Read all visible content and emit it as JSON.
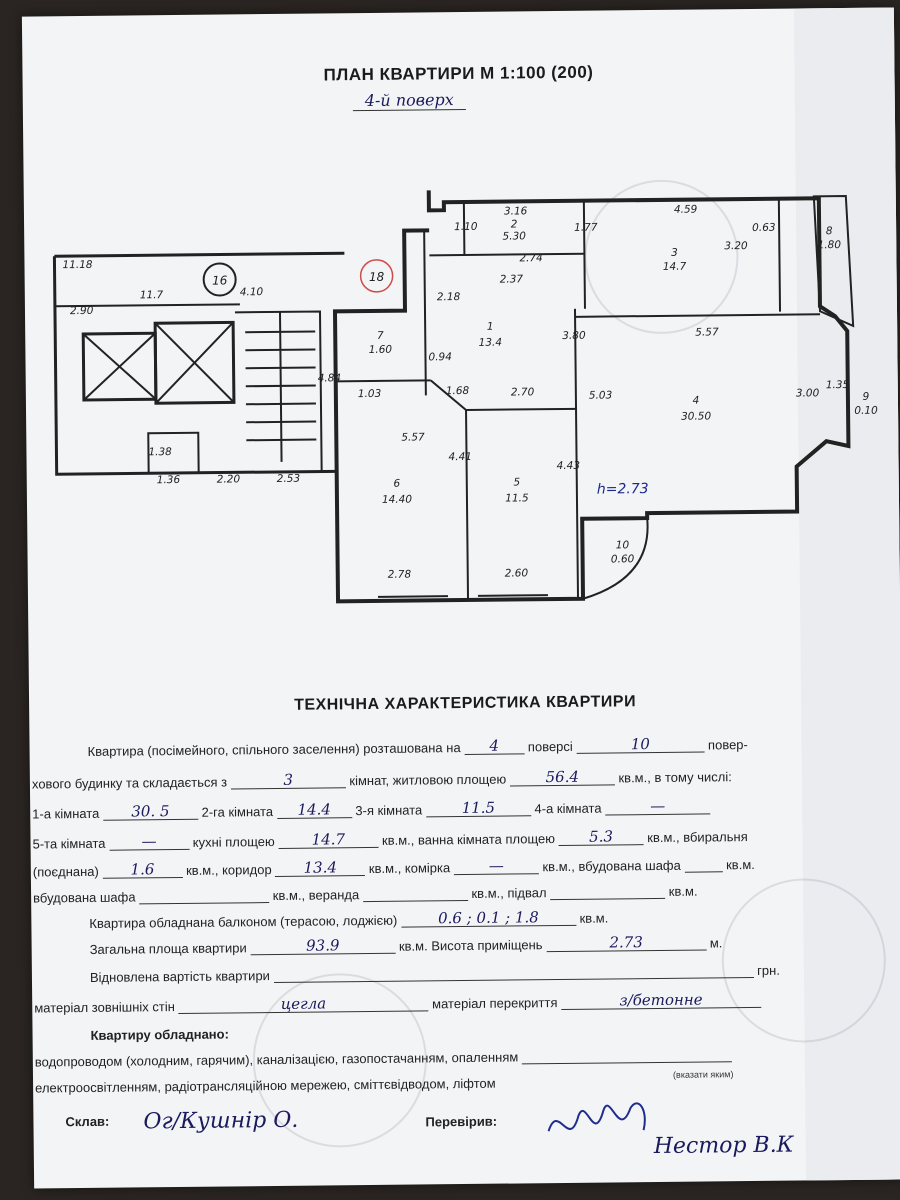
{
  "header": {
    "title": "ПЛАН КВАРТИРИ М 1:100 (200)",
    "floor_handwritten": "4-й поверх"
  },
  "plan_labels": {
    "apartment_no": "18",
    "neighbor_no": "16",
    "height": "h=2.73",
    "rooms": [
      {
        "no": "1",
        "area": "13.4"
      },
      {
        "no": "2",
        "area": "5.30"
      },
      {
        "no": "3",
        "area": "14.7"
      },
      {
        "no": "4",
        "area": "30.50"
      },
      {
        "no": "5",
        "area": "11.5"
      },
      {
        "no": "6",
        "area": "14.40"
      },
      {
        "no": "7",
        "area": "1.60"
      },
      {
        "no": "8",
        "area": "1.80"
      },
      {
        "no": "9",
        "area": "0.10"
      },
      {
        "no": "10",
        "area": "0.60"
      }
    ],
    "dims": [
      "3.16",
      "2.74",
      "2.37",
      "1.77",
      "1.10",
      "4.59",
      "3.20",
      "0.63",
      "5.57",
      "3.80",
      "2.78",
      "2.60",
      "4.43",
      "4.41",
      "5.57",
      "5.03",
      "3.00",
      "2.70",
      "1.68",
      "1.03",
      "0.94",
      "2.18",
      "11.18",
      "4.10",
      "11.7",
      "2.90",
      "1.36",
      "2.20",
      "2.53",
      "1.38",
      "4.84",
      "1.35"
    ],
    "neighbor_areas": [
      "11.7",
      "4.10",
      "2.90",
      "1.36",
      "2.20"
    ]
  },
  "section": {
    "title": "ТЕХНІЧНА ХАРАКТЕРИСТИКА КВАРТИРИ"
  },
  "form": {
    "l1_a": "Квартира (посімейного, спільного заселення) розташована на",
    "floor_val": "4",
    "l1_b": "поверсі",
    "storeys_val": "10",
    "l1_c": "повер-",
    "l2_a": "хового будинку та складається з",
    "rooms_val": "3",
    "l2_b": "кімнат, житловою площею",
    "living_val": "56.4",
    "l2_c": "кв.м., в тому числі:",
    "r1_label": "1-а кімната",
    "r1_val": "30. 5",
    "r2_label": "2-га кімната",
    "r2_val": "14.4",
    "r3_label": "3-я кімната",
    "r3_val": "11.5",
    "r4_label": "4-а кімната",
    "r4_val": "—",
    "r5_label": "5-та кімната",
    "r5_val": "—",
    "kitchen_label": "кухні площею",
    "kitchen_val": "14.7",
    "bath_label": "кв.м., ванна кімната площею",
    "bath_val": "5.3",
    "toilet_label": "кв.м., вбиральня",
    "combined_label": "(поєднана)",
    "toilet_val": "1.6",
    "corridor_label": "кв.м., коридор",
    "corridor_val": "13.4",
    "pantry_label": "кв.м., комірка",
    "pantry_val": "—",
    "wardrobe_label": "кв.м., вбудована шафа",
    "kvm": "кв.м.",
    "wardrobe2_label": "вбудована шафа",
    "veranda_label": "кв.м., веранда",
    "basement_label": "кв.м., підвал",
    "balcony_label": "Квартира обладнана балконом (терасою, лоджією)",
    "balcony_val": "0.6 ; 0.1 ; 1.8",
    "total_label": "Загальна площа квартири",
    "total_val": "93.9",
    "height_label": "кв.м. Висота приміщень",
    "height_val": "2.73",
    "m_label": "м.",
    "restored_label": "Відновлена вартість квартири",
    "grn_label": "грн.",
    "walls_label": "матеріал зовнішніх стін",
    "walls_val": "цегла",
    "floors_label": "матеріал перекриття",
    "floors_val": "з/бетонне",
    "equipped_title": "Квартиру обладнано:",
    "equip_l1": "водопроводом (холодним, гарячим), каналізацією, газопостачанням, опаленням",
    "equip_l2": "електроосвітленням, радіотрансляційною мережею, сміттєвідводом, ліфтом",
    "specify_label": "(вказати яким)",
    "composed_label": "Склав:",
    "composed_val": "Ог/Кушнір О.",
    "checked_label": "Перевірив:",
    "checked_val": "Нестор В.К"
  }
}
